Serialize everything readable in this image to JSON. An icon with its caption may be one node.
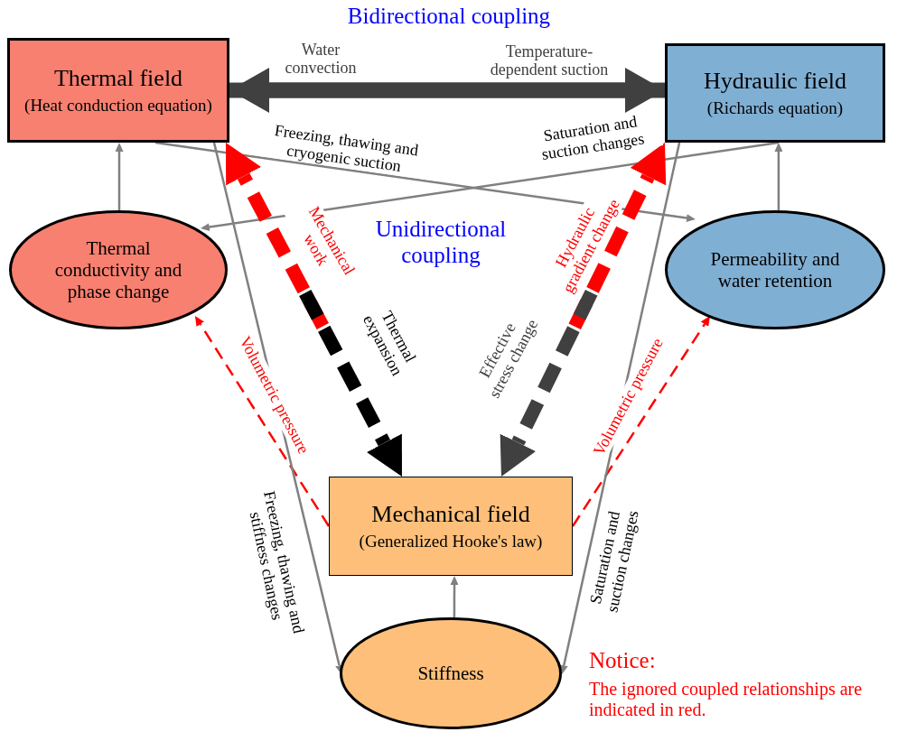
{
  "diagram": {
    "nodes": [
      {
        "text": [
          "Thermal field",
          "(Heat conduction equation)"
        ]
      },
      {
        "text": [
          "Hydraulic field",
          "(Richards equation)"
        ]
      },
      {
        "text": [
          "Thermal conductivity and phase change"
        ]
      },
      {
        "text": [
          "Permeability and water retention"
        ]
      },
      {
        "text": [
          "Mechanical field",
          "(Generalized Hooke's law)"
        ]
      },
      {
        "text": [
          "Stiffness"
        ]
      }
    ],
    "edges": [
      {
        "from": 1,
        "to": 0,
        "arrow": "to",
        "label": "Water convection",
        "style": "thick",
        "color": "#404040"
      },
      {
        "from": 0,
        "to": 1,
        "arrow": "to",
        "label": "Temperature-dependent suction",
        "style": "thick",
        "color": "#404040"
      },
      {
        "from": 0,
        "to": 3,
        "arrow": "to",
        "label": "Freezing, thawing and cryogenic suction"
      },
      {
        "from": 1,
        "to": 2,
        "arrow": "to",
        "label": "Saturation and suction changes"
      },
      {
        "from": 2,
        "to": 0,
        "arrow": "to"
      },
      {
        "from": 3,
        "to": 1,
        "arrow": "to"
      },
      {
        "from": 4,
        "to": 0,
        "arrow": "to",
        "label": "Mechanical work",
        "style": "dashed",
        "color": "#ff0000"
      },
      {
        "from": 0,
        "to": 4,
        "arrow": "to",
        "label": "Thermal expansion",
        "style": "dashed",
        "color": "#000000"
      },
      {
        "from": 4,
        "to": 1,
        "arrow": "to",
        "label": "Hydraulic gradient change",
        "style": "dashed",
        "color": "#ff0000"
      },
      {
        "from": 1,
        "to": 4,
        "arrow": "to",
        "label": "Effective stress change",
        "style": "dashed",
        "color": "#404040"
      },
      {
        "from": 4,
        "to": 2,
        "arrow": "to",
        "label": "Volumetric pressure",
        "style": "dashed",
        "color": "#ff0000"
      },
      {
        "from": 4,
        "to": 3,
        "arrow": "to",
        "label": "Volumetric pressure",
        "style": "dashed",
        "color": "#ff0000"
      },
      {
        "from": 0,
        "to": 5,
        "arrow": "to",
        "label": "Freezing, thawing and stiffness changes"
      },
      {
        "from": 1,
        "to": 5,
        "arrow": "to",
        "label": "Saturation and suction changes"
      },
      {
        "from": 5,
        "to": 4,
        "arrow": "to"
      }
    ],
    "labels": [
      "Bidirectional coupling",
      "Unidirectional coupling",
      "Notice:",
      "The ignored coupled relationships are indicated in red."
    ]
  }
}
